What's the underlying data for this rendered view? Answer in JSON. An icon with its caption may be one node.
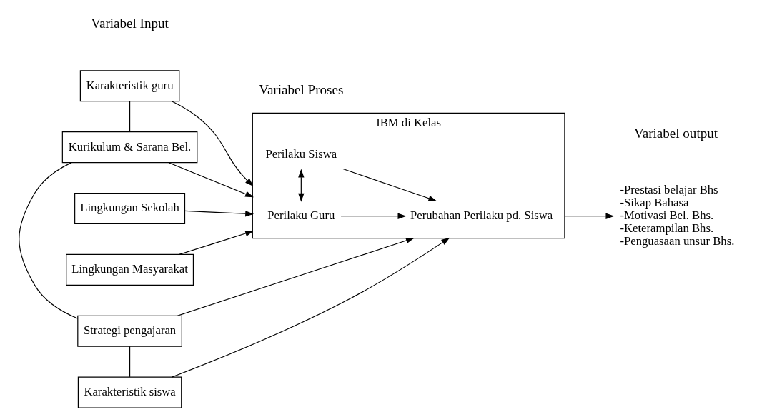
{
  "diagram": {
    "nodes": [
      {
        "text": [
          "Karakteristik guru"
        ]
      },
      {
        "text": [
          "Kurikulum & Sarana Bel."
        ]
      },
      {
        "text": [
          "Strategi pengajaran"
        ]
      },
      {
        "text": [
          "Karakteristik siswa"
        ]
      },
      {
        "text": [
          "IBM di Kelas"
        ]
      },
      {
        "text": [
          "Perilaku Guru"
        ],
        "in": 4
      },
      {
        "text": [
          "Perilaku Siswa"
        ],
        "in": 4
      },
      {
        "text": [
          "Perubahan Perilaku pd. Siswa"
        ],
        "in": 4
      },
      {
        "text": [
          "-Prestasi belajar Bhs",
          "-Sikap Bahasa",
          "-Motivasi Bel. Bhs.",
          "-Keterampilan Bhs.",
          "-Penguasaan unsur Bhs."
        ]
      },
      {
        "text": [
          "Lingkungan Sekolah"
        ]
      },
      {
        "text": [
          "Lingkungan Masyarakat"
        ]
      }
    ],
    "edges": [
      {
        "from": 0,
        "to": 1,
        "arrow": "none"
      },
      {
        "from": 1,
        "to": 2,
        "arrow": "none"
      },
      {
        "from": 2,
        "to": 3,
        "arrow": "none"
      },
      {
        "from": 0,
        "to": 4,
        "arrow": "to"
      },
      {
        "from": 1,
        "to": 4,
        "arrow": "to"
      },
      {
        "from": 2,
        "to": 4,
        "arrow": "to"
      },
      {
        "from": 3,
        "to": 4,
        "arrow": "to"
      },
      {
        "from": 5,
        "to": 6,
        "arrow": "both"
      },
      {
        "from": 5,
        "to": 7,
        "arrow": "to"
      },
      {
        "from": 6,
        "to": 7,
        "arrow": "to"
      },
      {
        "from": 4,
        "to": 8,
        "arrow": "to"
      },
      {
        "from": 9,
        "to": 4,
        "arrow": "to"
      },
      {
        "from": 10,
        "to": 4,
        "arrow": "to"
      }
    ],
    "labels": [
      "Variabel Input",
      "Variabel Proses",
      "Variabel output"
    ]
  }
}
